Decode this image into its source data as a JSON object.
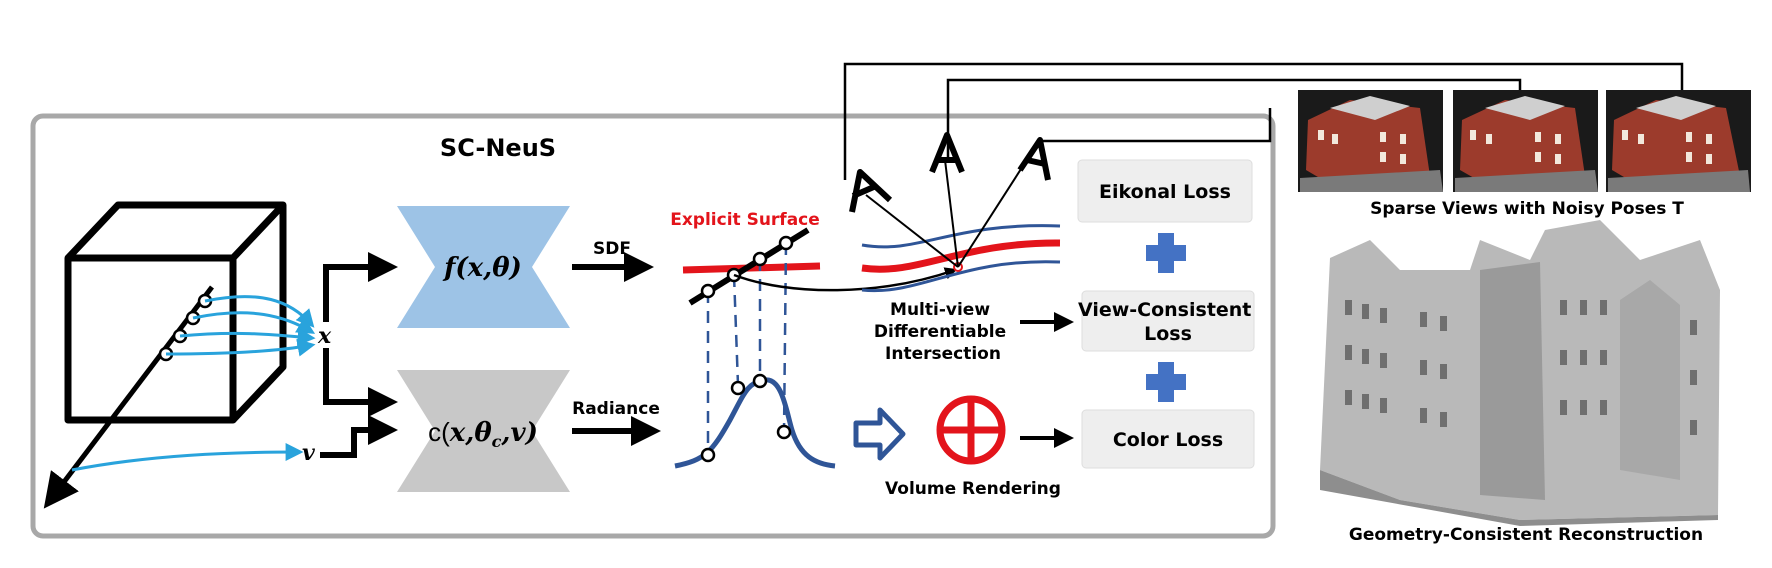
{
  "title": "SC-NeuS",
  "network_f": {
    "label": "f(x,θ)",
    "output": "SDF"
  },
  "network_c": {
    "label_prefix": "c(",
    "label_body": "x,θ",
    "label_sub": "c",
    "label_tail": ",v)",
    "output": "Radiance"
  },
  "inputs": {
    "x": "x",
    "v": "v"
  },
  "explicit_surface": "Explicit Surface",
  "intersection": [
    "Multi-view",
    "Differentiable",
    "Intersection"
  ],
  "volume_rendering": "Volume Rendering",
  "losses": {
    "eikonal": "Eikonal Loss",
    "view_consistent": [
      "View-Consistent",
      "Loss"
    ],
    "color": "Color Loss"
  },
  "sparse_views_caption": "Sparse Views with Noisy Poses T",
  "reconstruction_caption": "Geometry-Consistent Reconstruction",
  "colors": {
    "frame": "#a8a8a8",
    "net_f": "#9dc3e6",
    "net_c": "#c8c8c8",
    "ray": "#29a3dc",
    "surface": "#e3141b",
    "curve": "#2f5597",
    "plus": "#4472c4",
    "loss_box": "#eeeeee"
  }
}
